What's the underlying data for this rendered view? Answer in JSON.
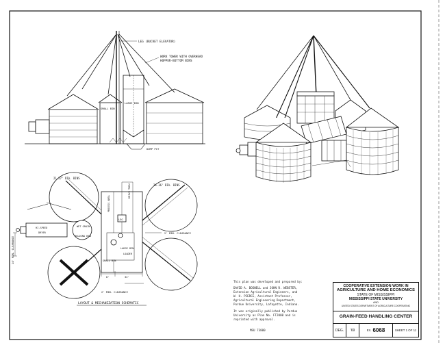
{
  "elevation_labels": {
    "leg": "LEG (BUCKET ELEVATOR)",
    "work_tower_1": "WORK TOWER WITH OVERHEAD",
    "work_tower_2": "HOPPER-BOTTOM BINS",
    "small_bin": "SMALL BIN",
    "large_bin": "LARGE BIN",
    "dump_pit": "DUMP PIT"
  },
  "plan_labels": {
    "bins_left": "21-27' DIA. BINS",
    "bins_right": "24-36' DIA. BINS",
    "drive_thru": "DRIVE THRU",
    "process_area": "PROCESS AREA",
    "leg": "LEG",
    "wet_grain": "WET GRAIN",
    "holding_bin": "HOLDING BIN",
    "dryer_1": "HI-SPEED",
    "dryer_2": "DRYER",
    "clearance_vertical": "14' MIN. CLEARANCE",
    "clearance_right": "2' MIN. CLEARANCE",
    "clearance_bottom": "2' MIN. CLEARANCE",
    "large_bin": "LARGE BIN",
    "loader": "LOADER",
    "small_bin": "SMALL BIN",
    "dim_8": "8'",
    "dim_32": "32'",
    "title": "LAYOUT & MECHANIZATION SCHEMATIC"
  },
  "credits": {
    "line1": "This plan was developed and prepared by:",
    "line2": "DAVID A. BOSWELL and JOHN R. WEBSTER,\nExtension Agricultural Engineers, and\nW. H. PIERCE, Assistant Professor,\nAgricultural Engineering Department,\nPurdue University, Lafayette, Indiana.",
    "line3": "It was originally published by Purdue\nUniversity as Plan No. FT2000 and is\nreprinted with approval.",
    "line4": "MSU 73800"
  },
  "title_block": {
    "line1": "COOPERATIVE EXTENSION WORK IN",
    "line2": "AGRICULTURE AND HOME ECONOMICS",
    "line3": "STATE OF MISSISSIPPI",
    "line4": "MISSISSIPPI STATE UNIVERSITY",
    "line5": "AND",
    "line6": "UNITED STATES DEPARTMENT OF AGRICULTURE COOPERATING",
    "title": "GRAIN-FEED HANDLING CENTER",
    "dwg_label": "DEG.",
    "date": "'69",
    "ex_label": "EX.",
    "ex_number": "6068",
    "sheet": "SHEET 1 OF 11"
  }
}
